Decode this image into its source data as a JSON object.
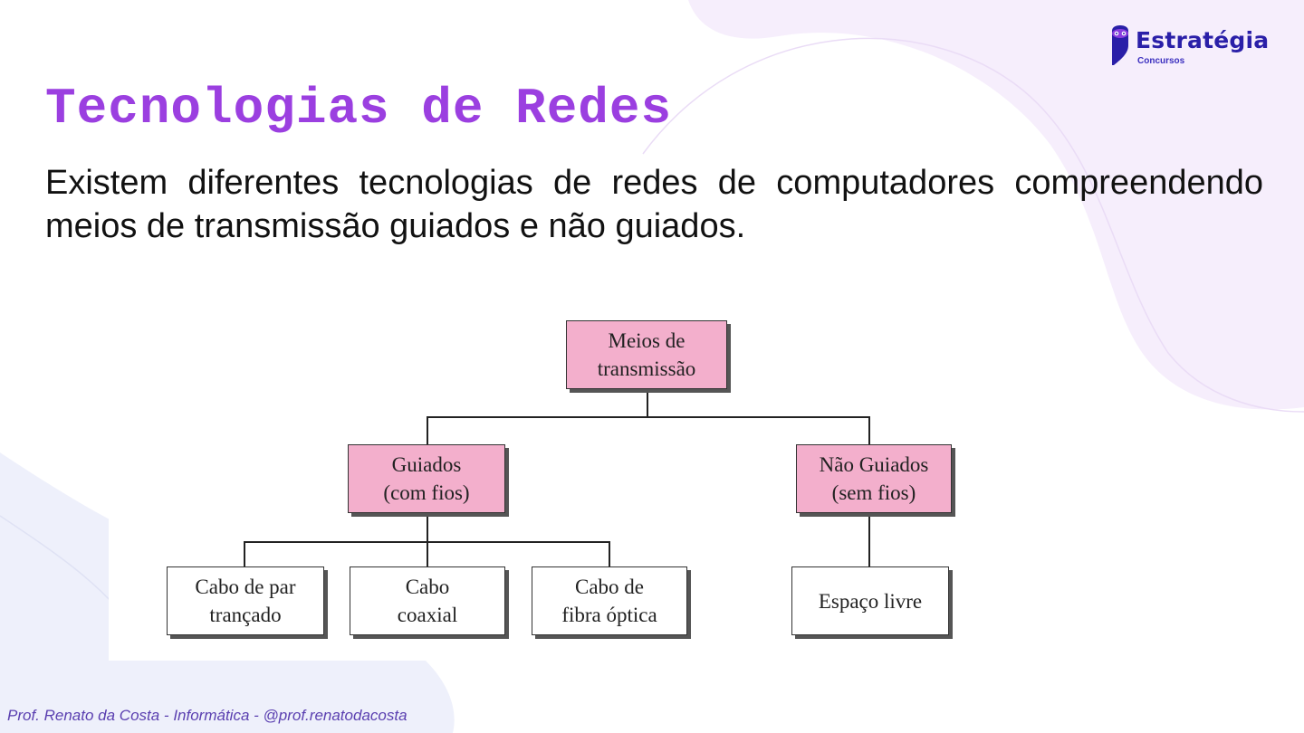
{
  "brand": {
    "name": "Estratégia",
    "sub": "Concursos",
    "colors": {
      "primary": "#2a1fa8",
      "accent": "#9b3fe0"
    }
  },
  "slide": {
    "title": "Tecnologias de Redes",
    "body": "Existem diferentes tecnologias de redes de computadores compreendendo meios de transmissão guiados e não guiados."
  },
  "diagram": {
    "root": "Meios de\ntransmissão",
    "guided": "Guiados\n(com fios)",
    "unguided": "Não Guiados\n(sem fios)",
    "guided_children": [
      "Cabo de par\ntrançado",
      "Cabo\ncoaxial",
      "Cabo de\nfibra óptica"
    ],
    "unguided_children": [
      "Espaço livre"
    ],
    "colors": {
      "category_fill": "#f3afcc",
      "leaf_fill": "#ffffff",
      "line": "#222222"
    }
  },
  "footer": "Prof. Renato da Costa - Informática - @prof.renatodacosta"
}
